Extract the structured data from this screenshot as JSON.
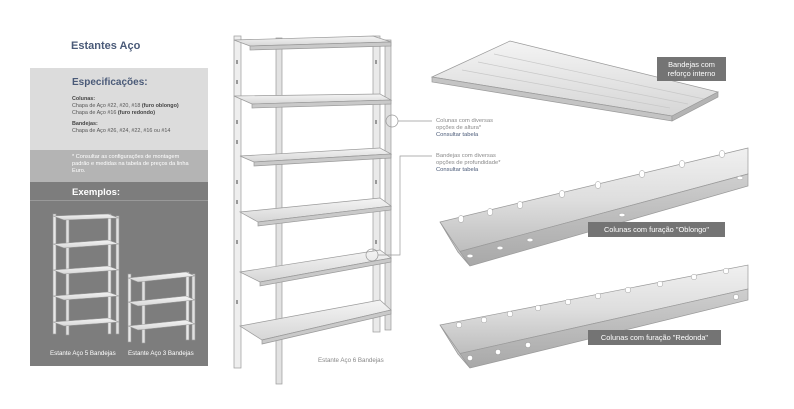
{
  "page": {
    "title": "Estantes Aço"
  },
  "specs": {
    "heading": "Especificações:",
    "columns_label": "Colunas:",
    "columns_line1_text": "Chapa de Aço #22, #20, #18 ",
    "columns_line1_bold": "(furo oblongo)",
    "columns_line2_text": "Chapa de Aço #16 ",
    "columns_line2_bold": "(furo redondo)",
    "trays_label": "Bandejas:",
    "trays_line": "Chapa de Aço #26, #24, #22, #16 ou #14",
    "note": "* Consultar as configurações de montagem padrão e medidas na tabela de preços da linha Euro."
  },
  "examples": {
    "heading": "Exemplos:",
    "caption_5": "Estante Aço 5 Bandejas",
    "caption_3": "Estante Aço 3 Bandejas"
  },
  "main": {
    "caption": "Estante Aço 6 Bandejas"
  },
  "callouts": {
    "tray_reinforce": [
      "Bandejas com",
      "reforço interno"
    ],
    "oblong": "Colunas com furação \"Oblongo\"",
    "round": "Colunas com furação \"Redonda\""
  },
  "notes": {
    "height_line1": "Colunas com diversas",
    "height_line2": "opções de altura*",
    "height_link": "Consultar tabela",
    "depth_line1": "Bandejas com diversas",
    "depth_line2": "opções de profundidade*",
    "depth_link": "Consultar tabela"
  },
  "colors": {
    "accent": "#4a5a78",
    "panel_light": "#dcdcdc",
    "panel_mid": "#b4b4b4",
    "panel_dark": "#7d7d7d",
    "callout": "#747474"
  }
}
